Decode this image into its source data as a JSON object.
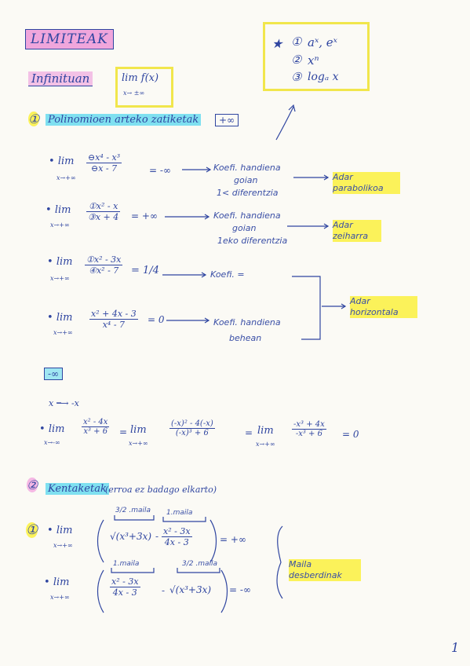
{
  "title": "LIMITEAK",
  "star_box": {
    "star": "★",
    "items": [
      {
        "num": "①",
        "text": "aˣ, eˣ"
      },
      {
        "num": "②",
        "text": "xⁿ"
      },
      {
        "num": "③",
        "text": "logₐ x"
      }
    ]
  },
  "infinitoan": {
    "label": "Infinituan",
    "lim": "lim f(x)",
    "under": "x→ ±∞"
  },
  "section1": {
    "num": "①",
    "title": "Polinomioen arteko zatiketak",
    "tag": "+∞"
  },
  "rows": [
    {
      "lim": "lim",
      "sub": "x→+∞",
      "num": "⊖x⁴ - x³",
      "den": "⊖x - 7",
      "result": "= -∞",
      "note1": "Koefi. handiena",
      "note2": "goian",
      "note3": "1< diferentzia",
      "result_label": "Adar parabolikoa"
    },
    {
      "lim": "lim",
      "sub": "x→+∞",
      "num": "①x² - x",
      "den": "③x + 4",
      "result": "= +∞",
      "note1": "Koefi. handiena",
      "note2": "goian",
      "note3": "1eko diferentzia",
      "result_label": "Adar zeiharra"
    },
    {
      "lim": "lim",
      "sub": "x→+∞",
      "num": "①x² - 3x",
      "den": "④x² - 7",
      "result": "= 1/4",
      "note1": "Koefi. =",
      "note2": "",
      "note3": ""
    },
    {
      "lim": "lim",
      "sub": "x→+∞",
      "num": "x² + 4x - 3",
      "den": "x⁴ - 7",
      "result": "= 0",
      "note1": "Koefi. handiena",
      "note2": "behean",
      "note3": ""
    }
  ],
  "horizontal_label": "Adar horizontala",
  "minus_inf": {
    "tag": "-∞",
    "map": "x ⟶ -x",
    "lim": "lim",
    "sub1": "x→-∞",
    "frac1_num": "x² - 4x",
    "frac1_den": "x³ + 6",
    "eq1": "=",
    "lim2": "lim",
    "sub2": "x→+∞",
    "frac2_num": "(-x)² - 4(-x)",
    "frac2_den": "(-x)³ + 6",
    "eq2": "=",
    "lim3": "lim",
    "sub3": "x→+∞",
    "frac3_num": "-x³ + 4x",
    "frac3_den": "-x³ + 6",
    "result": "= 0"
  },
  "section2": {
    "num": "②",
    "title": "Kentaketak",
    "paren": "(erroa ez badago elkarto)"
  },
  "roots": [
    {
      "marker": "①",
      "lim": "lim",
      "sub": "x→+∞",
      "top1": "3/2 .maila",
      "top2": "1.maila",
      "term1": "√(x³+3x)",
      "minus": "-",
      "num": "x² - 3x",
      "den": "4x - 3",
      "result": "= +∞"
    },
    {
      "lim": "lim",
      "sub": "x→+∞",
      "top1": "1.maila",
      "top2": "3/2 .maila",
      "num": "x² - 3x",
      "den": "4x - 3",
      "minus": "-",
      "term1": "√(x³+3x)",
      "result": "= -∞"
    }
  ],
  "roots_label": "Maila desberdinak",
  "page_number": "1",
  "colors": {
    "ink": "#2f45a0",
    "pink": "#f0a6dc",
    "yellow": "#fbf25a",
    "cyan": "#7fe0f0"
  }
}
